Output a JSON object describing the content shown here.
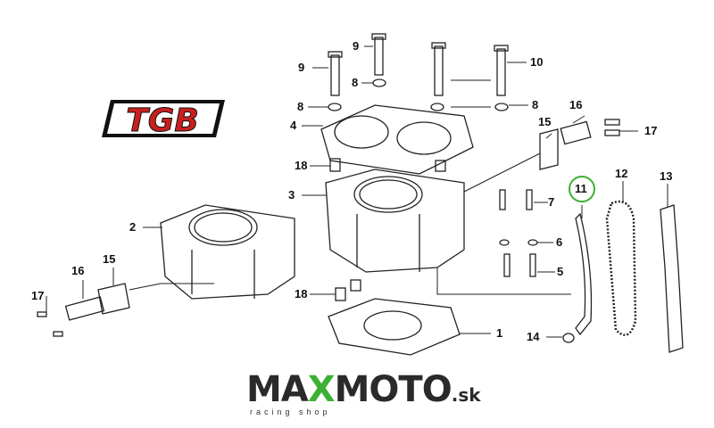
{
  "brand_logo": "TGB",
  "store_logo": {
    "main_a": "MA",
    "main_x": "X",
    "main_b": "MOTO",
    "suffix": ".sk",
    "tagline": "racing shop"
  },
  "highlight_color": "#3cb034",
  "callouts": [
    {
      "id": "9a",
      "text": "9"
    },
    {
      "id": "9b",
      "text": "9"
    },
    {
      "id": "10",
      "text": "10"
    },
    {
      "id": "8a",
      "text": "8"
    },
    {
      "id": "8b",
      "text": "8"
    },
    {
      "id": "8c",
      "text": "8"
    },
    {
      "id": "4",
      "text": "4"
    },
    {
      "id": "16a",
      "text": "16"
    },
    {
      "id": "15a",
      "text": "15"
    },
    {
      "id": "17a",
      "text": "17"
    },
    {
      "id": "18a",
      "text": "18"
    },
    {
      "id": "3",
      "text": "3"
    },
    {
      "id": "11",
      "text": "11"
    },
    {
      "id": "12",
      "text": "12"
    },
    {
      "id": "13",
      "text": "13"
    },
    {
      "id": "7",
      "text": "7"
    },
    {
      "id": "2",
      "text": "2"
    },
    {
      "id": "6",
      "text": "6"
    },
    {
      "id": "5",
      "text": "5"
    },
    {
      "id": "15b",
      "text": "15"
    },
    {
      "id": "16b",
      "text": "16"
    },
    {
      "id": "17b",
      "text": "17"
    },
    {
      "id": "18b",
      "text": "18"
    },
    {
      "id": "1",
      "text": "1"
    },
    {
      "id": "14",
      "text": "14"
    }
  ]
}
